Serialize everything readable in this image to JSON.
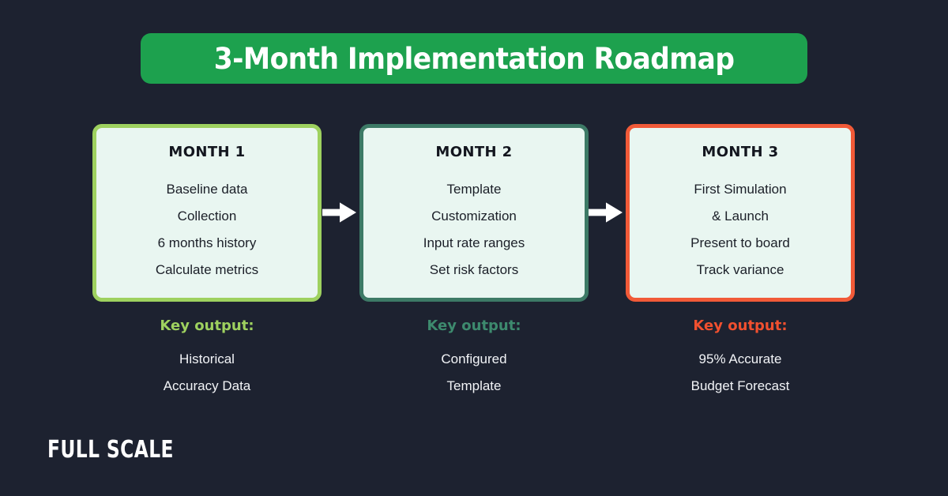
{
  "background_color": "#1d2230",
  "header": {
    "title": "3-Month Implementation Roadmap",
    "banner_color": "#1da14e",
    "title_color": "#ffffff"
  },
  "arrows": [
    {
      "icon": "arrow-right-icon",
      "color": "#ffffff"
    },
    {
      "icon": "arrow-right-icon",
      "color": "#ffffff"
    }
  ],
  "columns": [
    {
      "card": {
        "title": "MONTH 1",
        "border_color": "#9ed15f",
        "background_color": "#e9f6f1",
        "lines": [
          "Baseline data",
          "Collection",
          "6 months history",
          "Calculate metrics"
        ]
      },
      "key_output": {
        "label": "Key output:",
        "label_color": "#9ed15f",
        "lines": [
          "Historical",
          "Accuracy Data"
        ]
      }
    },
    {
      "card": {
        "title": "MONTH 2",
        "border_color": "#3d7a66",
        "background_color": "#e9f6f1",
        "lines": [
          "Template",
          "Customization",
          "Input rate ranges",
          "Set risk factors"
        ]
      },
      "key_output": {
        "label": "Key output:",
        "label_color": "#3d8a6e",
        "lines": [
          "Configured",
          "Template"
        ]
      }
    },
    {
      "card": {
        "title": "MONTH 3",
        "border_color": "#f15a38",
        "background_color": "#e9f6f1",
        "lines": [
          "First Simulation",
          "& Launch",
          "Present to board",
          "Track variance"
        ]
      },
      "key_output": {
        "label": "Key output:",
        "label_color": "#f1502f",
        "lines": [
          "95% Accurate",
          "Budget Forecast"
        ]
      }
    }
  ],
  "footer": {
    "logo_text": "FULL SCALE",
    "logo_color": "#ffffff"
  }
}
